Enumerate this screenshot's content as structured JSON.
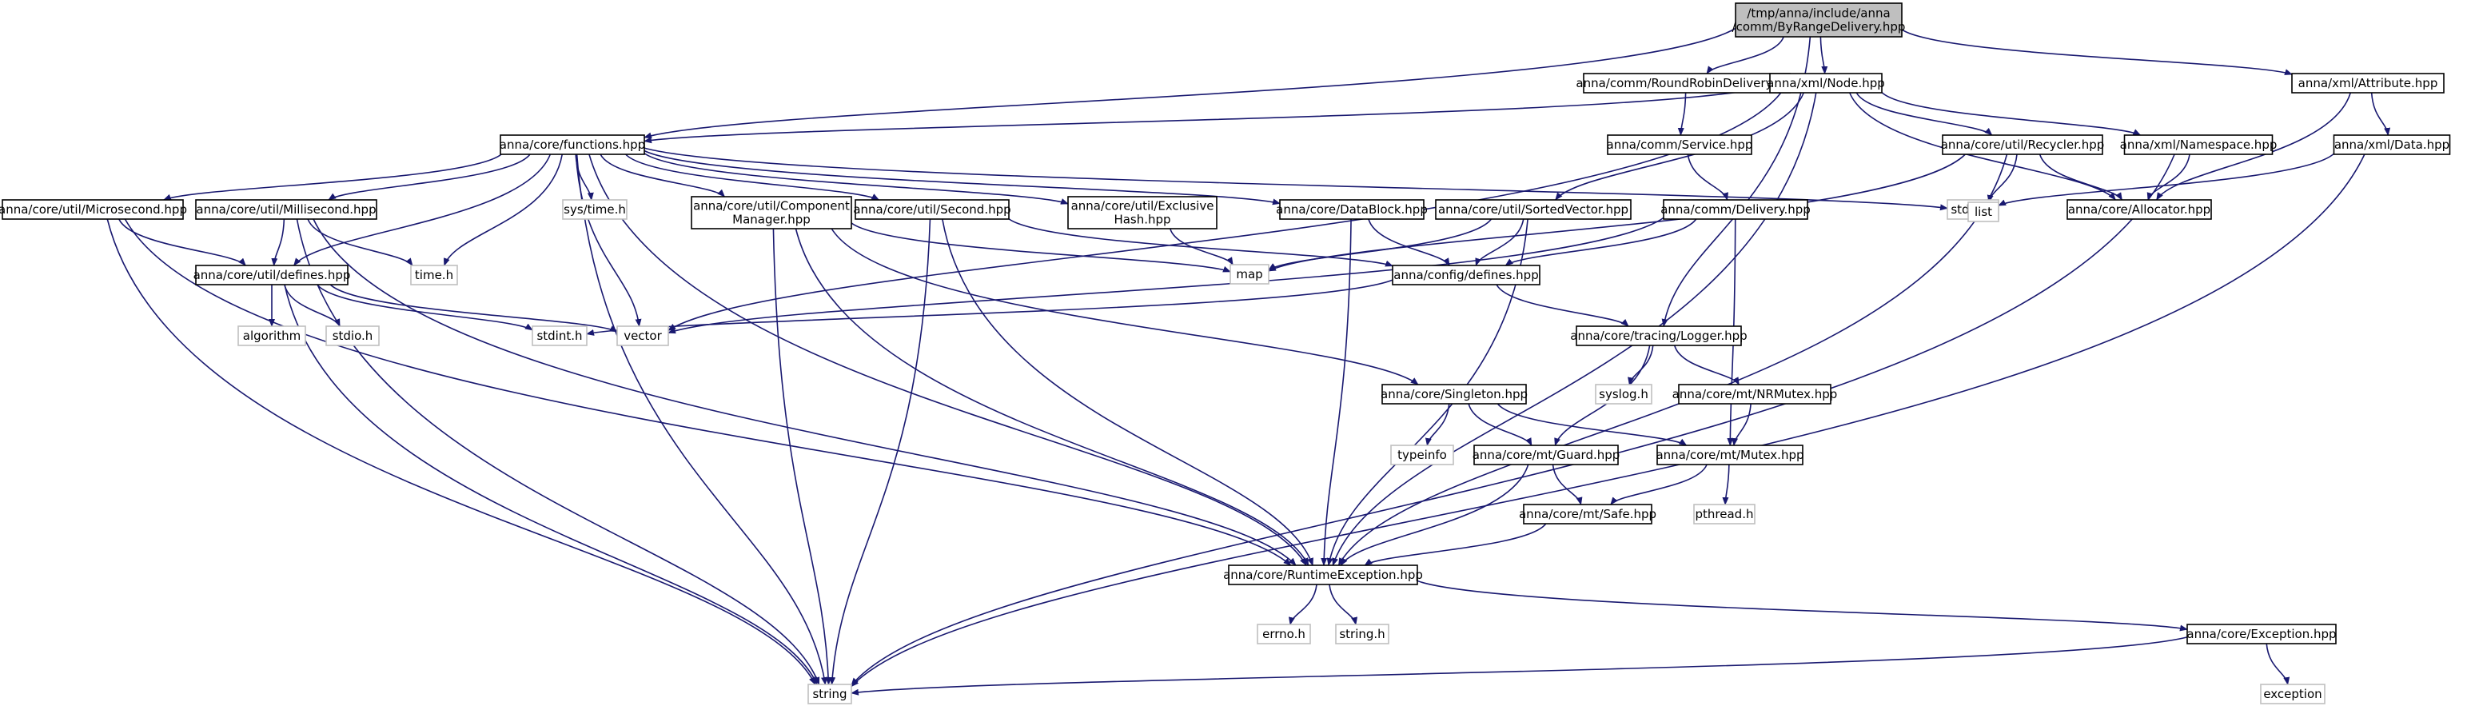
{
  "colors": {
    "root_fill": "#bfbfbf",
    "node_fill": "#ffffff",
    "node_stroke": "#000000",
    "system_stroke": "#bfbfbf",
    "edge": "#191970",
    "text": "#000000"
  },
  "nodes": [
    {
      "id": "root",
      "lines": [
        "/tmp/anna/include/anna",
        "/comm/ByRangeDelivery.hpp"
      ],
      "kind": "root"
    },
    {
      "id": "rrdelivery",
      "lines": [
        "anna/comm/RoundRobinDelivery.hpp"
      ],
      "kind": "header"
    },
    {
      "id": "xmlnode",
      "lines": [
        "anna/xml/Node.hpp"
      ],
      "kind": "header"
    },
    {
      "id": "attribute",
      "lines": [
        "anna/xml/Attribute.hpp"
      ],
      "kind": "header"
    },
    {
      "id": "functions",
      "lines": [
        "anna/core/functions.hpp"
      ],
      "kind": "header"
    },
    {
      "id": "service",
      "lines": [
        "anna/comm/Service.hpp"
      ],
      "kind": "header"
    },
    {
      "id": "recycler",
      "lines": [
        "anna/core/util/Recycler.hpp"
      ],
      "kind": "header"
    },
    {
      "id": "namespace",
      "lines": [
        "anna/xml/Namespace.hpp"
      ],
      "kind": "header"
    },
    {
      "id": "xmldata",
      "lines": [
        "anna/xml/Data.hpp"
      ],
      "kind": "header"
    },
    {
      "id": "microsecond",
      "lines": [
        "anna/core/util/Microsecond.hpp"
      ],
      "kind": "header"
    },
    {
      "id": "millisecond",
      "lines": [
        "anna/core/util/Millisecond.hpp"
      ],
      "kind": "header"
    },
    {
      "id": "systime",
      "lines": [
        "sys/time.h"
      ],
      "kind": "system"
    },
    {
      "id": "compmanager",
      "lines": [
        "anna/core/util/Component",
        "Manager.hpp"
      ],
      "kind": "header"
    },
    {
      "id": "second",
      "lines": [
        "anna/core/util/Second.hpp"
      ],
      "kind": "header"
    },
    {
      "id": "exclhash",
      "lines": [
        "anna/core/util/Exclusive",
        "Hash.hpp"
      ],
      "kind": "header"
    },
    {
      "id": "datablock",
      "lines": [
        "anna/core/DataBlock.hpp"
      ],
      "kind": "header"
    },
    {
      "id": "sortedvector",
      "lines": [
        "anna/core/util/SortedVector.hpp"
      ],
      "kind": "header"
    },
    {
      "id": "delivery",
      "lines": [
        "anna/comm/Delivery.hpp"
      ],
      "kind": "header"
    },
    {
      "id": "stdlib",
      "lines": [
        "stdlib.h"
      ],
      "kind": "system"
    },
    {
      "id": "list",
      "lines": [
        "list"
      ],
      "kind": "system"
    },
    {
      "id": "allocator",
      "lines": [
        "anna/core/Allocator.hpp"
      ],
      "kind": "header"
    },
    {
      "id": "timeh",
      "lines": [
        "time.h"
      ],
      "kind": "system"
    },
    {
      "id": "map",
      "lines": [
        "map"
      ],
      "kind": "system"
    },
    {
      "id": "utildefines",
      "lines": [
        "anna/core/util/defines.hpp"
      ],
      "kind": "header"
    },
    {
      "id": "configdefines",
      "lines": [
        "anna/config/defines.hpp"
      ],
      "kind": "header"
    },
    {
      "id": "algorithm",
      "lines": [
        "algorithm"
      ],
      "kind": "system"
    },
    {
      "id": "stdioh",
      "lines": [
        "stdio.h"
      ],
      "kind": "system"
    },
    {
      "id": "stdint",
      "lines": [
        "stdint.h"
      ],
      "kind": "system"
    },
    {
      "id": "vector",
      "lines": [
        "vector"
      ],
      "kind": "system"
    },
    {
      "id": "logger",
      "lines": [
        "anna/core/tracing/Logger.hpp"
      ],
      "kind": "header"
    },
    {
      "id": "syslog",
      "lines": [
        "syslog.h"
      ],
      "kind": "system"
    },
    {
      "id": "nrmutex",
      "lines": [
        "anna/core/mt/NRMutex.hpp"
      ],
      "kind": "header"
    },
    {
      "id": "singleton",
      "lines": [
        "anna/core/Singleton.hpp"
      ],
      "kind": "header"
    },
    {
      "id": "typeinfo",
      "lines": [
        "typeinfo"
      ],
      "kind": "system"
    },
    {
      "id": "guard",
      "lines": [
        "anna/core/mt/Guard.hpp"
      ],
      "kind": "header"
    },
    {
      "id": "mutex",
      "lines": [
        "anna/core/mt/Mutex.hpp"
      ],
      "kind": "header"
    },
    {
      "id": "pthread",
      "lines": [
        "pthread.h"
      ],
      "kind": "system"
    },
    {
      "id": "safe",
      "lines": [
        "anna/core/mt/Safe.hpp"
      ],
      "kind": "header"
    },
    {
      "id": "runtimeexc",
      "lines": [
        "anna/core/RuntimeException.hpp"
      ],
      "kind": "header"
    },
    {
      "id": "errnoh",
      "lines": [
        "errno.h"
      ],
      "kind": "system"
    },
    {
      "id": "stringh",
      "lines": [
        "string.h"
      ],
      "kind": "system"
    },
    {
      "id": "exceptionhpp",
      "lines": [
        "anna/core/Exception.hpp"
      ],
      "kind": "header"
    },
    {
      "id": "string",
      "lines": [
        "string"
      ],
      "kind": "system"
    },
    {
      "id": "exception",
      "lines": [
        "exception"
      ],
      "kind": "system"
    }
  ],
  "edges": [
    [
      "root",
      "rrdelivery"
    ],
    [
      "root",
      "xmlnode"
    ],
    [
      "root",
      "attribute"
    ],
    [
      "root",
      "functions"
    ],
    [
      "root",
      "logger"
    ],
    [
      "rrdelivery",
      "service"
    ],
    [
      "xmlnode",
      "functions"
    ],
    [
      "xmlnode",
      "recycler"
    ],
    [
      "xmlnode",
      "namespace"
    ],
    [
      "xmlnode",
      "allocator"
    ],
    [
      "xmlnode",
      "sortedvector"
    ],
    [
      "xmlnode",
      "vector"
    ],
    [
      "xmlnode",
      "runtimeexc"
    ],
    [
      "attribute",
      "xmldata"
    ],
    [
      "attribute",
      "allocator"
    ],
    [
      "functions",
      "microsecond"
    ],
    [
      "functions",
      "millisecond"
    ],
    [
      "functions",
      "utildefines"
    ],
    [
      "functions",
      "timeh"
    ],
    [
      "functions",
      "systime"
    ],
    [
      "functions",
      "compmanager"
    ],
    [
      "functions",
      "second"
    ],
    [
      "functions",
      "exclhash"
    ],
    [
      "functions",
      "datablock"
    ],
    [
      "functions",
      "stdlib"
    ],
    [
      "functions",
      "vector"
    ],
    [
      "functions",
      "string"
    ],
    [
      "functions",
      "runtimeexc"
    ],
    [
      "service",
      "delivery"
    ],
    [
      "recycler",
      "list"
    ],
    [
      "recycler",
      "allocator"
    ],
    [
      "recycler",
      "map"
    ],
    [
      "recycler",
      "runtimeexc"
    ],
    [
      "namespace",
      "allocator"
    ],
    [
      "namespace",
      "string"
    ],
    [
      "xmldata",
      "stdlib"
    ],
    [
      "xmldata",
      "string"
    ],
    [
      "microsecond",
      "utildefines"
    ],
    [
      "microsecond",
      "runtimeexc"
    ],
    [
      "microsecond",
      "string"
    ],
    [
      "millisecond",
      "utildefines"
    ],
    [
      "millisecond",
      "timeh"
    ],
    [
      "millisecond",
      "runtimeexc"
    ],
    [
      "millisecond",
      "string"
    ],
    [
      "compmanager",
      "map"
    ],
    [
      "compmanager",
      "singleton"
    ],
    [
      "compmanager",
      "runtimeexc"
    ],
    [
      "compmanager",
      "string"
    ],
    [
      "second",
      "configdefines"
    ],
    [
      "second",
      "runtimeexc"
    ],
    [
      "second",
      "string"
    ],
    [
      "exclhash",
      "map"
    ],
    [
      "datablock",
      "configdefines"
    ],
    [
      "datablock",
      "runtimeexc"
    ],
    [
      "sortedvector",
      "map"
    ],
    [
      "sortedvector",
      "configdefines"
    ],
    [
      "sortedvector",
      "runtimeexc"
    ],
    [
      "delivery",
      "configdefines"
    ],
    [
      "delivery",
      "vector"
    ],
    [
      "delivery",
      "mutex"
    ],
    [
      "utildefines",
      "algorithm"
    ],
    [
      "utildefines",
      "stdioh"
    ],
    [
      "utildefines",
      "stdint"
    ],
    [
      "utildefines",
      "vector"
    ],
    [
      "utildefines",
      "string"
    ],
    [
      "configdefines",
      "stdint"
    ],
    [
      "configdefines",
      "logger"
    ],
    [
      "logger",
      "syslog"
    ],
    [
      "logger",
      "nrmutex"
    ],
    [
      "logger",
      "guard"
    ],
    [
      "nrmutex",
      "mutex"
    ],
    [
      "singleton",
      "typeinfo"
    ],
    [
      "singleton",
      "guard"
    ],
    [
      "singleton",
      "mutex"
    ],
    [
      "guard",
      "safe"
    ],
    [
      "guard",
      "runtimeexc"
    ],
    [
      "mutex",
      "pthread"
    ],
    [
      "mutex",
      "safe"
    ],
    [
      "safe",
      "runtimeexc"
    ],
    [
      "runtimeexc",
      "errnoh"
    ],
    [
      "runtimeexc",
      "stringh"
    ],
    [
      "runtimeexc",
      "exceptionhpp"
    ],
    [
      "exceptionhpp",
      "string"
    ],
    [
      "exceptionhpp",
      "exception"
    ]
  ]
}
